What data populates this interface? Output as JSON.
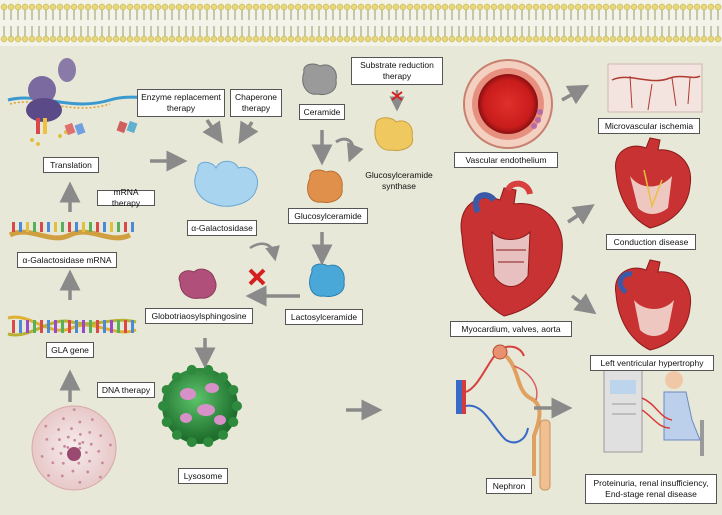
{
  "labels": {
    "translation": "Translation",
    "enzyme_replacement": "Enzyme replacement therapy",
    "chaperone": "Chaperone therapy",
    "ceramide": "Ceramide",
    "substrate_reduction": "Substrate reduction therapy",
    "glucosylceramide_synthase": "Glucosylceramide\nsynthase",
    "galactosidase": "α-Galactosidase",
    "glucosylceramide": "Glucosylceramide",
    "mrna_therapy": "mRNA therapy",
    "galactosidase_mrna": "α-Galactosidase mRNA",
    "globotriaosylsphingosine": "Globotriaosylsphingosine",
    "lactosylceramide": "Lactosylceramide",
    "gla_gene": "GLA gene",
    "dna_therapy": "DNA therapy",
    "lysosome": "Lysosome",
    "vascular_endothelium": "Vascular endothelium",
    "microvascular_ischemia": "Microvascular ischemia",
    "conduction_disease": "Conduction disease",
    "myocardium": "Myocardium, valves, aorta",
    "lv_hypertrophy": "Left ventricular hypertrophy",
    "nephron": "Nephron",
    "renal": "Proteinuria, renal insufficiency,\nEnd-stage renal disease"
  },
  "colors": {
    "background": "#e8e8d8",
    "arrow": "#8a8a8a",
    "membrane_head": "#e8d87a",
    "enzyme_blue": "#a9d4ef",
    "ceramide_gray": "#9a9a9a",
    "glucosylceramide_orange": "#e0904a",
    "lactosylceramide_blue": "#4aa8d8",
    "globo_purple": "#b0507a",
    "synthase_yellow": "#f0c860",
    "lysosome_green": "#2e8b3e",
    "block_red": "#d42020",
    "heart_red": "#c83232"
  }
}
